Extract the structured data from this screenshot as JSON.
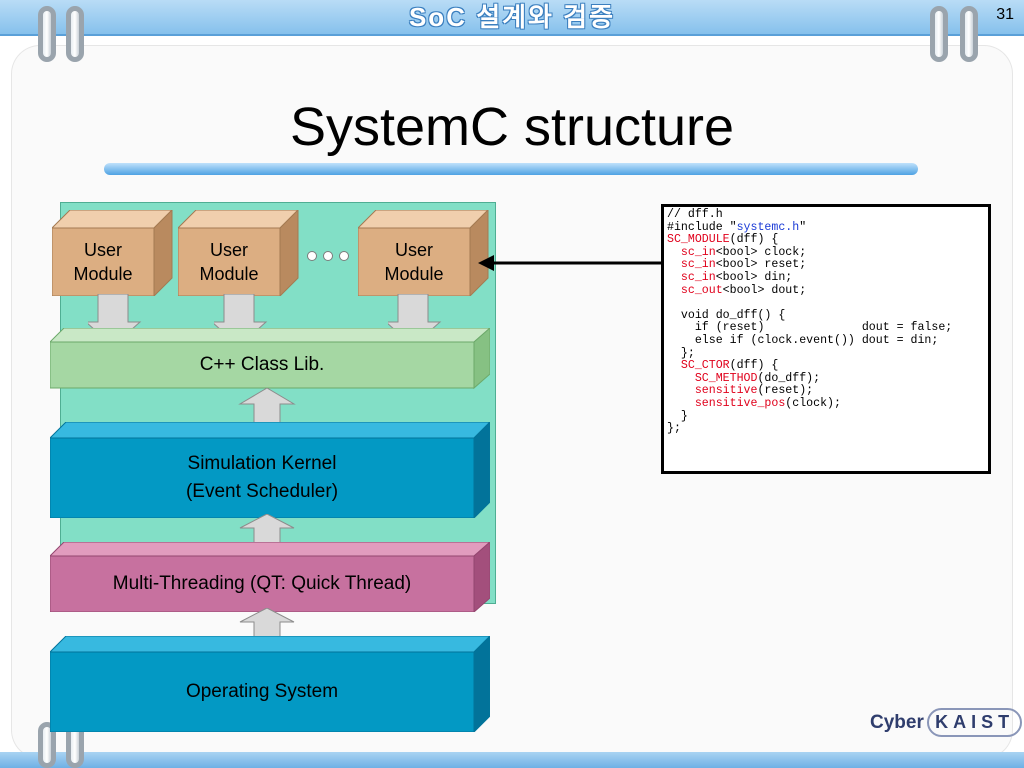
{
  "slide": {
    "header_title": "SoC 설계와 검증",
    "page_number": "31",
    "title": "SystemC structure"
  },
  "diagram": {
    "user_modules": [
      {
        "line1": "User",
        "line2": "Module"
      },
      {
        "line1": "User",
        "line2": "Module"
      },
      {
        "line1": "User",
        "line2": "Module"
      }
    ],
    "layers": {
      "class_lib": "C++ Class Lib.",
      "kernel_line1": "Simulation Kernel",
      "kernel_line2": "(Event Scheduler)",
      "threading": "Multi-Threading (QT: Quick Thread)",
      "os": "Operating System"
    },
    "colors": {
      "user_module": "#dcae82",
      "class_lib": "#a5d7a3",
      "kernel": "#0399c4",
      "threading": "#c7719f",
      "os": "#0399c4",
      "background": "#82dfc6"
    }
  },
  "code": {
    "l01": "// dff.h",
    "l02a": "#include \"",
    "l02b": "systemc.h",
    "l02c": "\"",
    "l03a": "SC_MODULE",
    "l03b": "(dff) {",
    "l04a": "sc_in",
    "l04b": "<bool> clock;",
    "l05a": "sc_in",
    "l05b": "<bool> reset;",
    "l06a": "sc_in",
    "l06b": "<bool> din;",
    "l07a": "sc_out",
    "l07b": "<bool> dout;",
    "l08": "void do_dff() {",
    "l09": "if (reset)              dout = false;",
    "l10": "else if (clock.event()) dout = din;",
    "l11": "};",
    "l12a": "SC_CTOR",
    "l12b": "(dff) {",
    "l13a": "SC_METHOD",
    "l13b": "(do_dff);",
    "l14a": "sensitive",
    "l14b": "(reset);",
    "l15a": "sensitive_pos",
    "l15b": "(clock);",
    "l16": "}",
    "l17": "};"
  },
  "logo": {
    "cyber": "Cyber",
    "kaist": "KAIST"
  }
}
